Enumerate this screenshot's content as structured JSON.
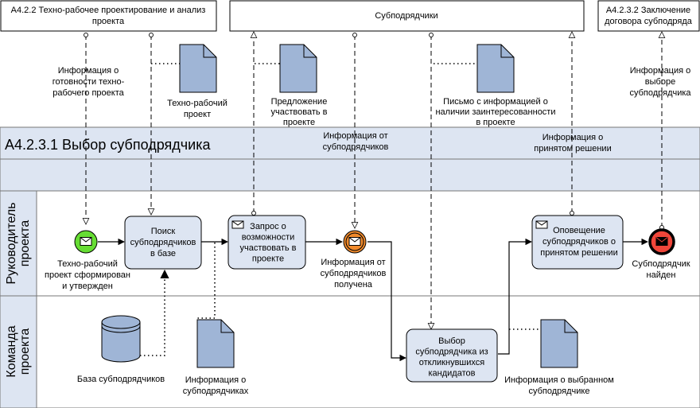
{
  "colors": {
    "band_fill": "#dde5f2",
    "lane_header_fill": "#dde5f2",
    "task_fill": "#dde5f2",
    "doc_fill": "#9fb5d6",
    "start_event": "#66dd33",
    "intermediate_event": "#f08a2c",
    "end_event": "#f0463a",
    "line": "#000000"
  },
  "external": {
    "ext_prev": {
      "lines": [
        "А4.2.2 Техно-рабочее проектирование и анализ",
        "проекта"
      ]
    },
    "ext_sub": {
      "lines": [
        "Субподрядчики"
      ]
    },
    "ext_next": {
      "lines": [
        "А4.2.3.2 Заключение",
        "договора субподряда"
      ]
    }
  },
  "process": {
    "title": "А4.2.3.1 Выбор субподрядчика"
  },
  "lanes": {
    "lane_manager": {
      "lines": [
        "Руководитель",
        "проекта"
      ]
    },
    "lane_team": {
      "lines": [
        "Команда",
        "проекта"
      ]
    }
  },
  "tasks": {
    "task_search": {
      "lines": [
        "Поиск",
        "субподрядчиков",
        "в базе"
      ]
    },
    "task_request": {
      "lines": [
        "Запрос о",
        "возможности",
        "участвовать в",
        "проекте"
      ]
    },
    "task_select": {
      "lines": [
        "Выбор",
        "субподрядчика из",
        "откликнувшихся",
        "кандидатов"
      ]
    },
    "task_notify": {
      "lines": [
        "Оповещение",
        "субподрядчиков о",
        "принятом решении"
      ]
    }
  },
  "events": {
    "ev_start": {
      "lines": [
        "Техно-рабочий",
        "проект сформирован",
        "и утвержден"
      ]
    },
    "ev_received": {
      "lines": [
        "Информация от",
        "субподрядчиков",
        "получена"
      ]
    },
    "ev_end": {
      "lines": [
        "Субподрядчик",
        "найден"
      ]
    }
  },
  "documents": {
    "doc_techno": {
      "lines": [
        "Техно-рабочий",
        "проект"
      ]
    },
    "doc_offer": {
      "lines": [
        "Предложение",
        "участвовать в",
        "проекте"
      ]
    },
    "doc_letter": {
      "lines": [
        "Письмо с информацией о",
        "наличии заинтересованности",
        "в проекте"
      ]
    },
    "doc_info": {
      "lines": [
        "Информация о",
        "субподрядчиках"
      ]
    },
    "doc_chosen": {
      "lines": [
        "Информация о выбранном",
        "субподрядчике"
      ]
    }
  },
  "datastore": {
    "db_label": {
      "lines": [
        "База субподрядчиков"
      ]
    }
  },
  "messages": {
    "msg_ready": {
      "lines": [
        "Информация о",
        "готовности техно-",
        "рабочего проекта"
      ]
    },
    "msg_from_sub": {
      "lines": [
        "Информация от",
        "субподрядчиков"
      ]
    },
    "msg_decision": {
      "lines": [
        "Информация о",
        "принятом решении"
      ]
    },
    "msg_choice": {
      "lines": [
        "Информация о",
        "выборе",
        "субподрядчика"
      ]
    }
  }
}
